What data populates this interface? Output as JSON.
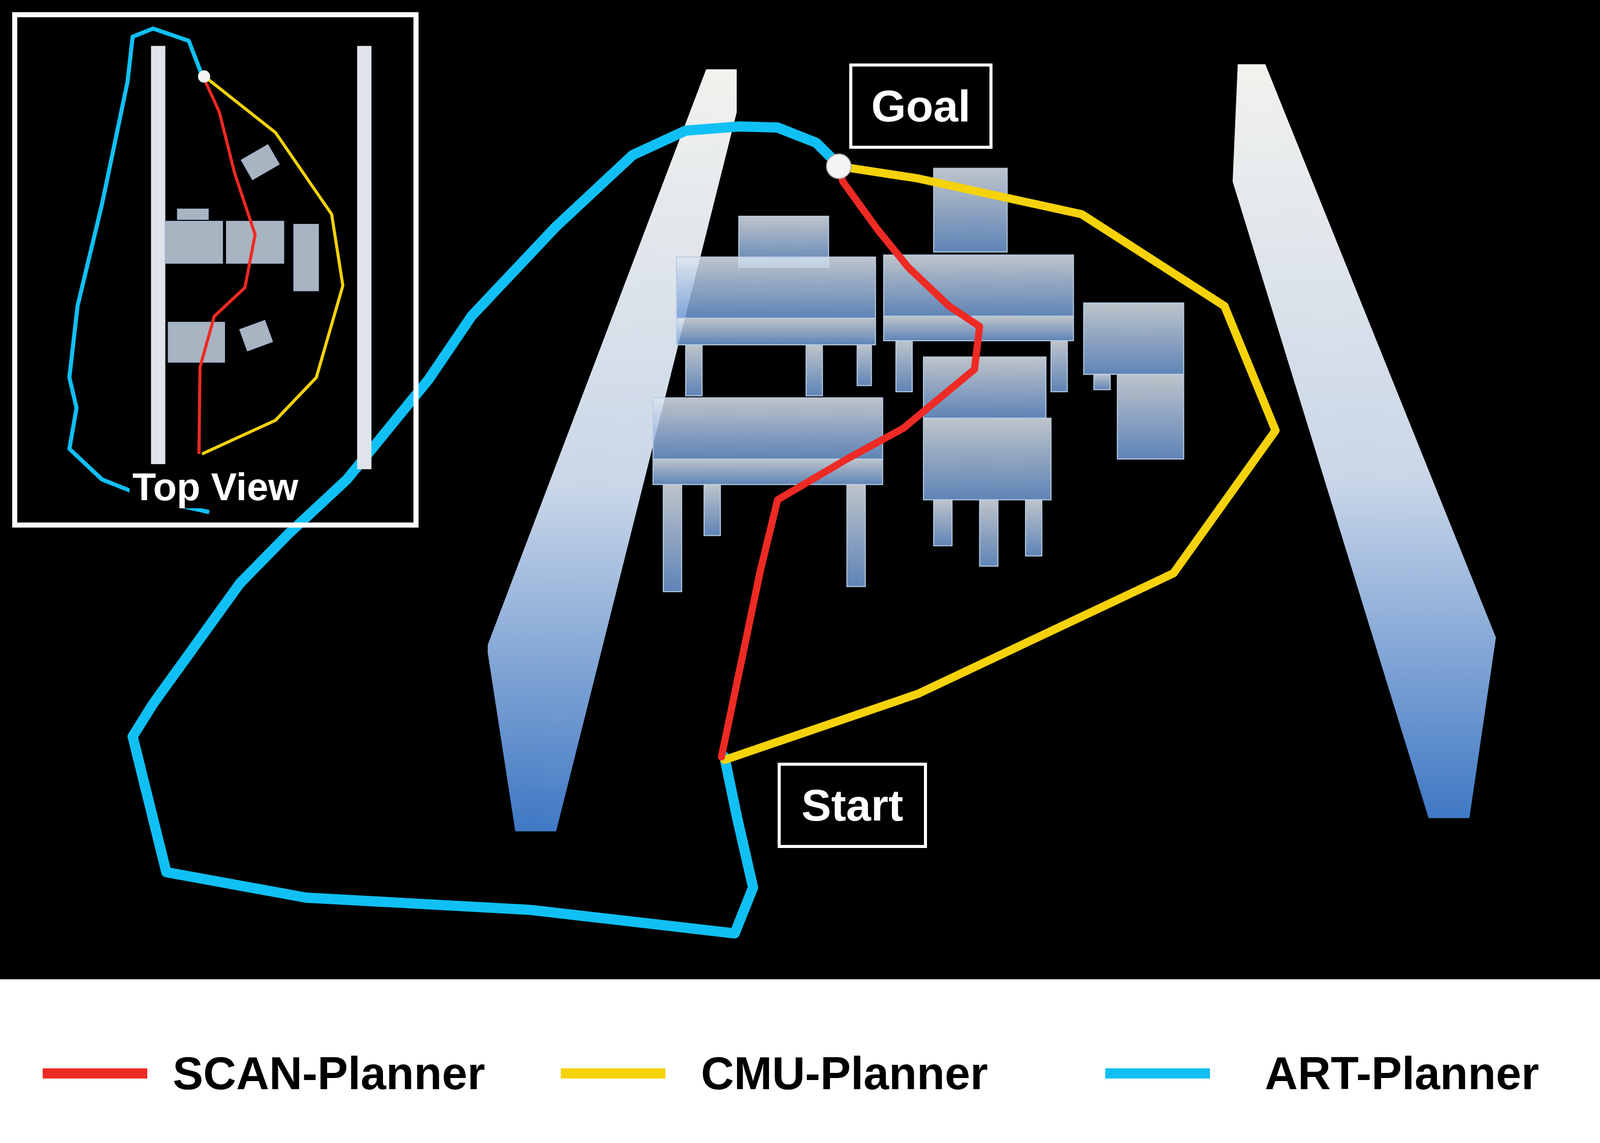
{
  "diagram": {
    "nodes": [
      {
        "text": [
          "Top View"
        ]
      },
      {
        "text": [
          "Goal"
        ]
      },
      {
        "text": [
          "Start"
        ]
      }
    ],
    "legend": [
      {
        "text": "SCAN-Planner",
        "color": "#ee2a24"
      },
      {
        "text": "CMU-Planner",
        "color": "#f5d20a"
      },
      {
        "text": "ART-Planner",
        "color": "#10c0f5"
      }
    ]
  }
}
